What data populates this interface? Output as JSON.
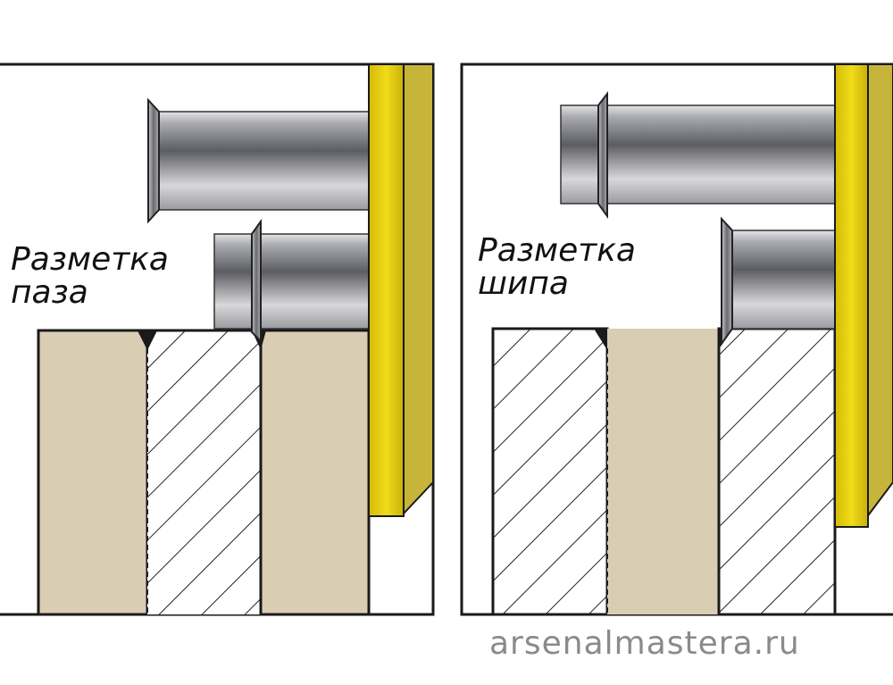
{
  "left_panel": {
    "label_line1": "Разметка",
    "label_line2": "паза"
  },
  "right_panel": {
    "label_line1": "Разметка",
    "label_line2": "шипа"
  },
  "watermark": "arsenalmastera.ru",
  "colors": {
    "wood": "#d9cdb3",
    "yellow": "#e6cf10",
    "yellow_dark": "#c6b53a",
    "steel": "#8a8b90",
    "outline": "#1a1a1a"
  }
}
